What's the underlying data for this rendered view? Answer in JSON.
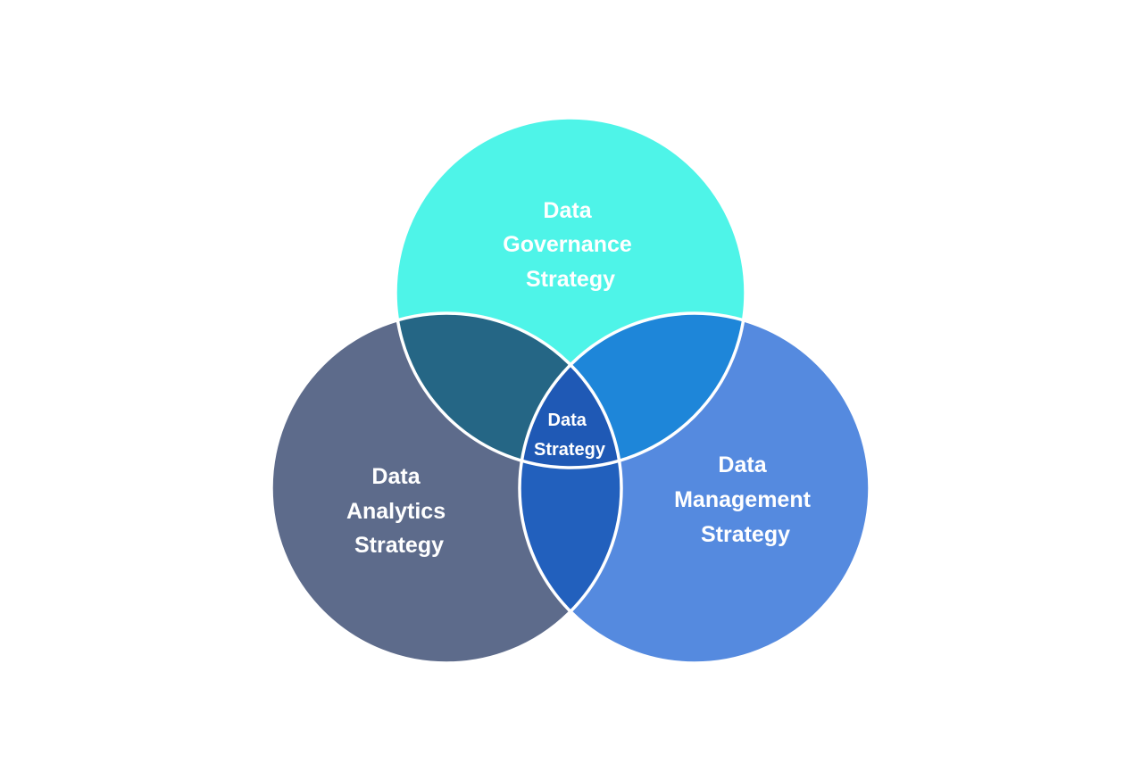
{
  "diagram": {
    "sets": [
      {
        "id": "governance",
        "lines": [
          "Data",
          "Governance",
          "Strategy"
        ],
        "color": "#4ef4e8"
      },
      {
        "id": "analytics",
        "lines": [
          "Data",
          "Analytics",
          "Strategy"
        ],
        "color": "#5d6b8b"
      },
      {
        "id": "management",
        "lines": [
          "Data",
          "Management",
          "Strategy"
        ],
        "color": "#558adf"
      }
    ],
    "overlaps": {
      "governance_analytics": {
        "color": "#256685"
      },
      "governance_management": {
        "color": "#1e86d9"
      },
      "analytics_management": {
        "color": "#2260bd"
      },
      "center": {
        "lines": [
          "Data",
          "Strategy"
        ],
        "color": "#1f59b5"
      }
    },
    "outline_color": "#ffffff"
  }
}
